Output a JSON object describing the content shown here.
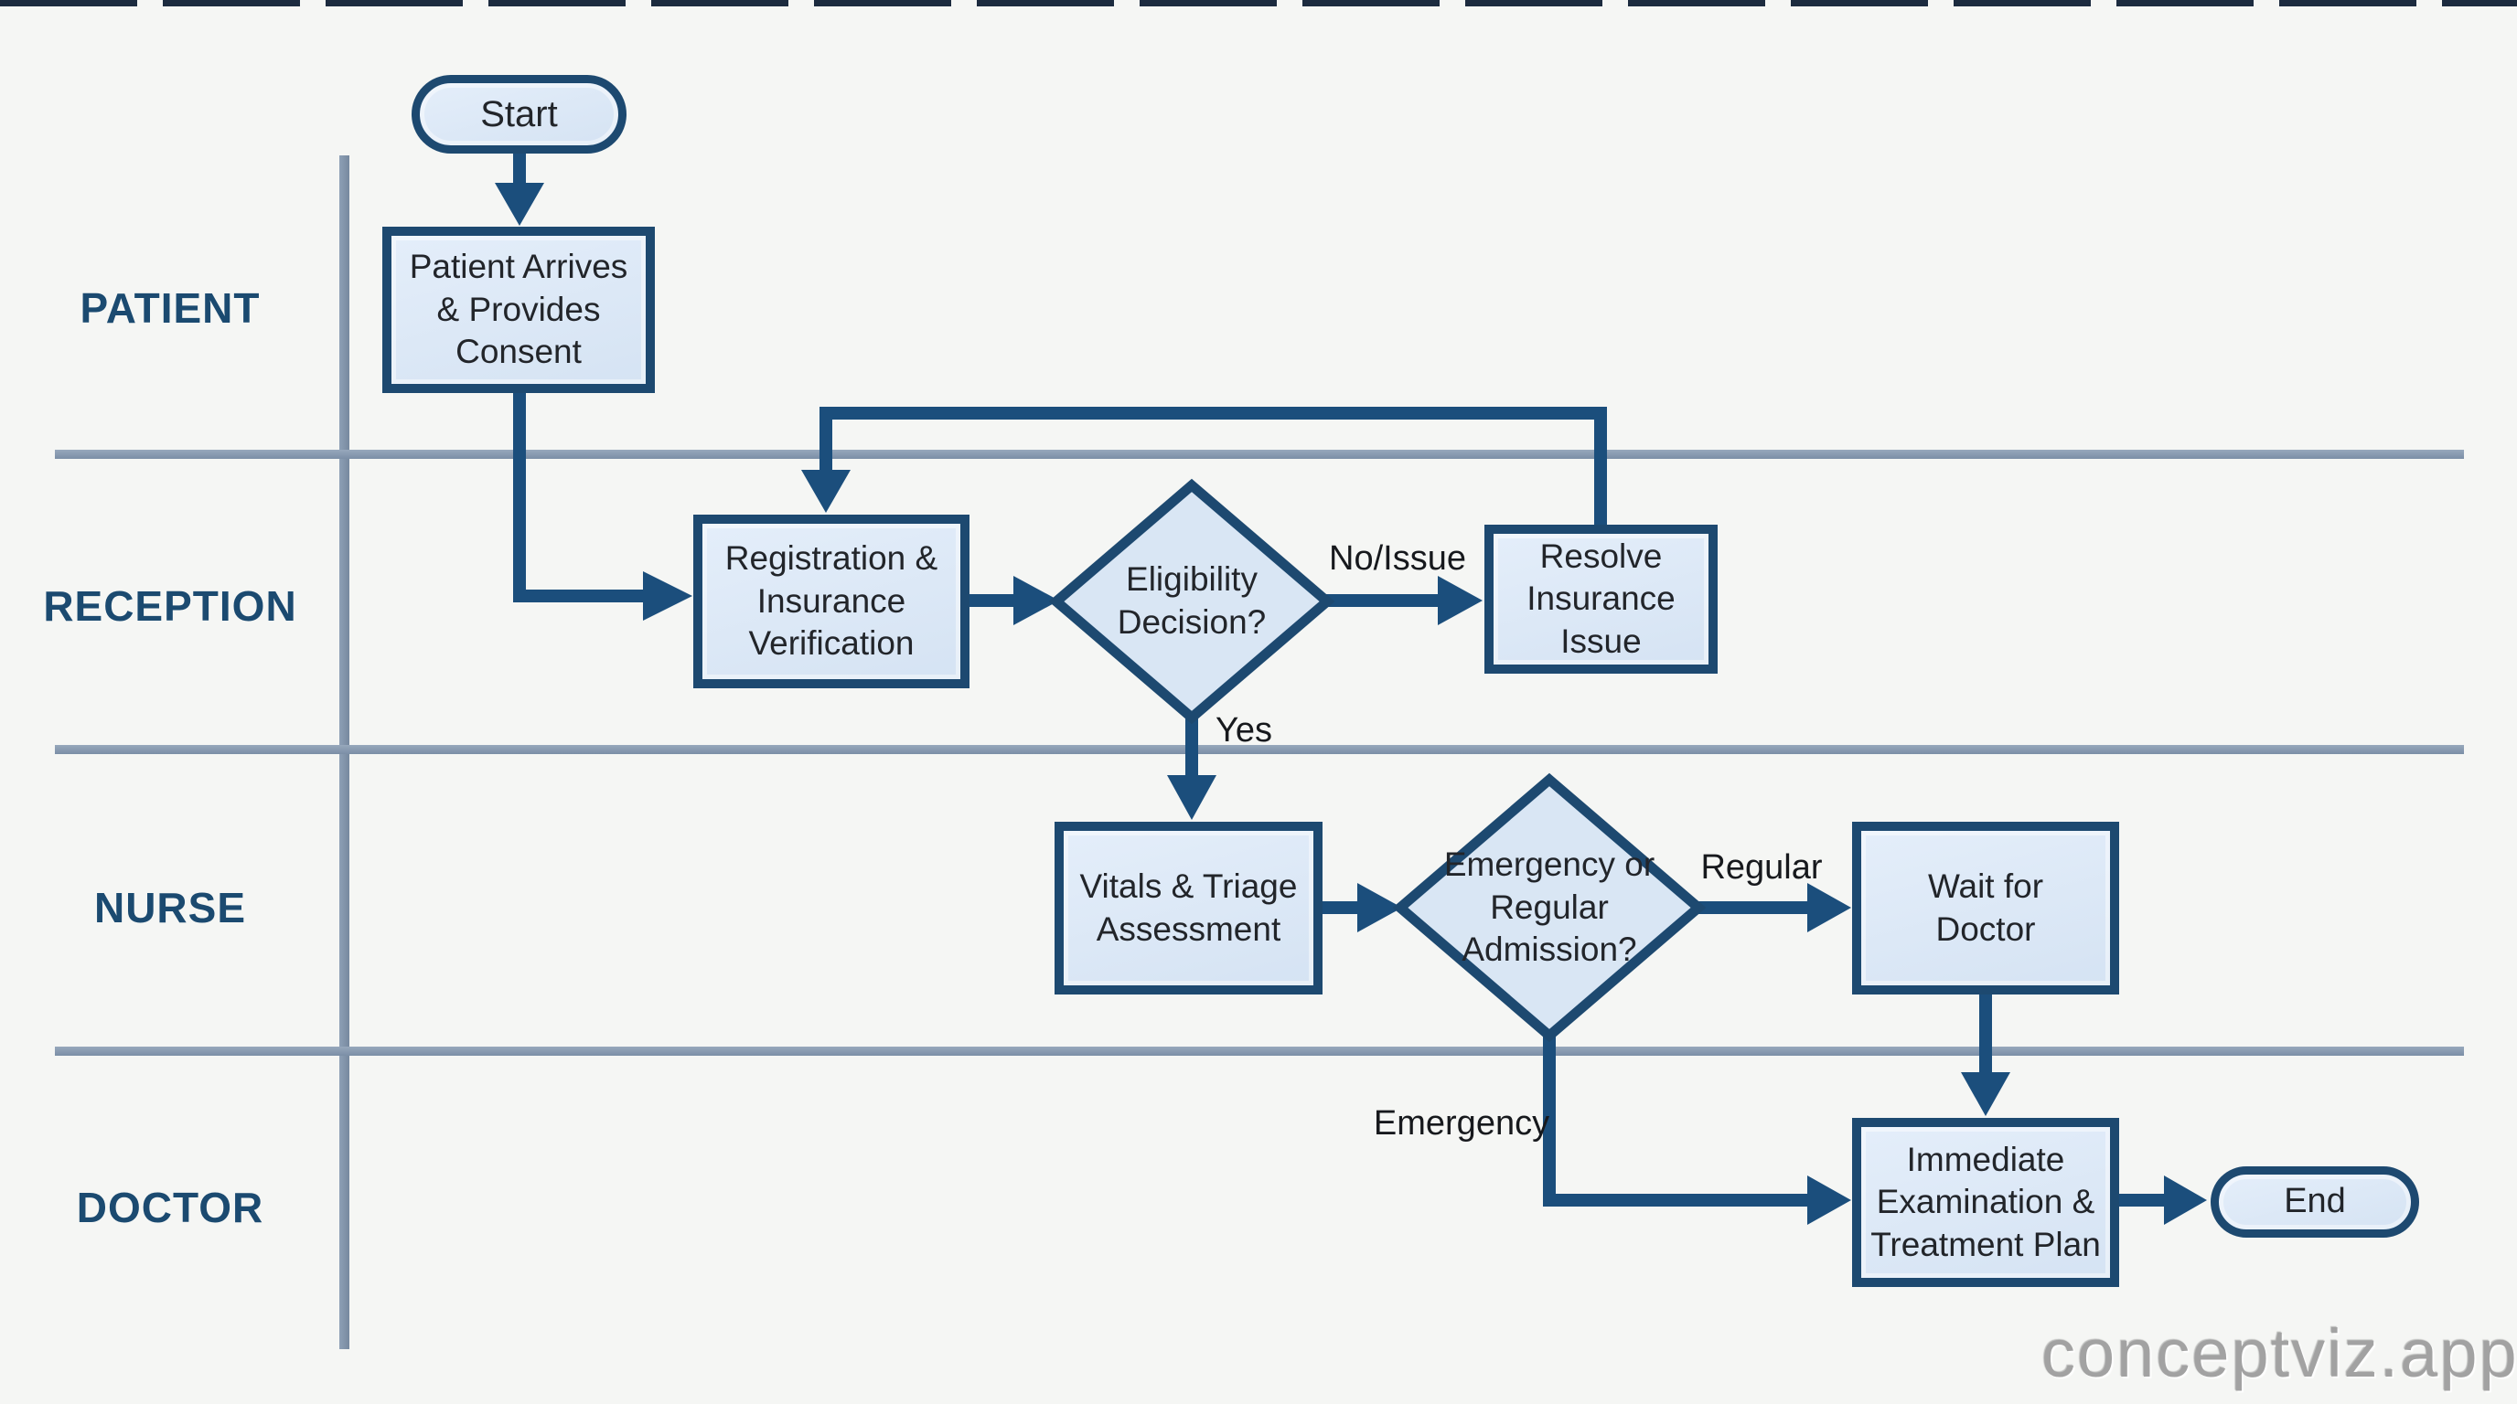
{
  "diagram_title": "Patient admission swimlane flowchart",
  "colors": {
    "background": "#f5f6f4",
    "node_fill": "#d9e6f4",
    "node_border": "#1d4970",
    "connector": "#1b4e7c",
    "lane_line": "#8093aa",
    "lane_label_text": "#1b4a70",
    "node_text": "#22252a",
    "edge_label_text": "#17191d",
    "watermark_text": "#a2a2a2"
  },
  "lanes": [
    {
      "label": "PATIENT"
    },
    {
      "label": "RECEPTION"
    },
    {
      "label": "NURSE"
    },
    {
      "label": "DOCTOR"
    }
  ],
  "nodes": {
    "start": {
      "label": "Start",
      "type": "terminator",
      "lane": "PATIENT"
    },
    "patient_arrives": {
      "label": "Patient Arrives & Provides Consent",
      "type": "process",
      "lane": "PATIENT"
    },
    "registration": {
      "label": "Registration & Insurance Verification",
      "type": "process",
      "lane": "RECEPTION"
    },
    "eligibility": {
      "label": "Eligibility Decision?",
      "type": "decision",
      "lane": "RECEPTION"
    },
    "resolve": {
      "label": "Resolve Insurance Issue",
      "type": "process",
      "lane": "RECEPTION"
    },
    "vitals": {
      "label": "Vitals & Triage Assessment",
      "type": "process",
      "lane": "NURSE"
    },
    "admission": {
      "label": "Emergency or Regular Admission?",
      "type": "decision",
      "lane": "NURSE"
    },
    "wait": {
      "label": "Wait for Doctor",
      "type": "process",
      "lane": "NURSE"
    },
    "exam": {
      "label": "Immediate Examination & Treatment Plan",
      "type": "process",
      "lane": "DOCTOR"
    },
    "end": {
      "label": "End",
      "type": "terminator",
      "lane": "DOCTOR"
    }
  },
  "edge_labels": {
    "yes": "Yes",
    "no_issue": "No/Issue",
    "regular": "Regular",
    "emergency": "Emergency"
  },
  "edges": [
    {
      "from": "start",
      "to": "patient_arrives",
      "label": ""
    },
    {
      "from": "patient_arrives",
      "to": "registration",
      "label": ""
    },
    {
      "from": "registration",
      "to": "eligibility",
      "label": ""
    },
    {
      "from": "eligibility",
      "to": "resolve",
      "label": "No/Issue"
    },
    {
      "from": "resolve",
      "to": "registration",
      "label": ""
    },
    {
      "from": "eligibility",
      "to": "vitals",
      "label": "Yes"
    },
    {
      "from": "vitals",
      "to": "admission",
      "label": ""
    },
    {
      "from": "admission",
      "to": "wait",
      "label": "Regular"
    },
    {
      "from": "wait",
      "to": "exam",
      "label": ""
    },
    {
      "from": "admission",
      "to": "exam",
      "label": "Emergency"
    },
    {
      "from": "exam",
      "to": "end",
      "label": ""
    }
  ],
  "watermark": "conceptviz.app"
}
